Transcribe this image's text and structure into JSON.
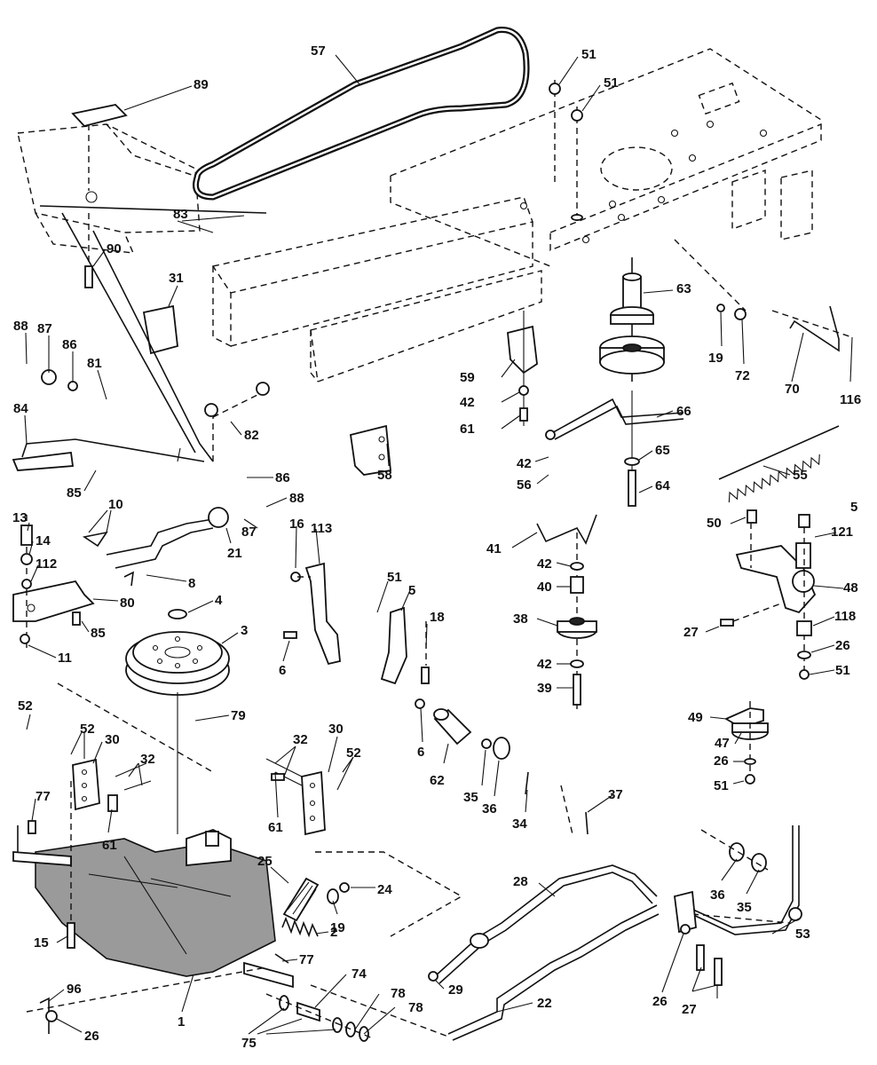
{
  "callouts": [
    {
      "id": "c57",
      "text": "57"
    },
    {
      "id": "c89",
      "text": "89"
    },
    {
      "id": "c51a",
      "text": "51"
    },
    {
      "id": "c51b",
      "text": "51"
    },
    {
      "id": "c90",
      "text": "90"
    },
    {
      "id": "c31",
      "text": "31"
    },
    {
      "id": "c63",
      "text": "63"
    },
    {
      "id": "c19a",
      "text": "19"
    },
    {
      "id": "c72",
      "text": "72"
    },
    {
      "id": "c70",
      "text": "70"
    },
    {
      "id": "c116",
      "text": "116"
    },
    {
      "id": "c88a",
      "text": "88"
    },
    {
      "id": "c87a",
      "text": "87"
    },
    {
      "id": "c86a",
      "text": "86"
    },
    {
      "id": "c81",
      "text": "81"
    },
    {
      "id": "c83",
      "text": "83"
    },
    {
      "id": "c82",
      "text": "82"
    },
    {
      "id": "c59",
      "text": "59"
    },
    {
      "id": "c42a",
      "text": "42"
    },
    {
      "id": "c61a",
      "text": "61"
    },
    {
      "id": "c66",
      "text": "66"
    },
    {
      "id": "c84",
      "text": "84"
    },
    {
      "id": "c85a",
      "text": "85"
    },
    {
      "id": "c86b",
      "text": "86"
    },
    {
      "id": "c88b",
      "text": "88"
    },
    {
      "id": "c87b",
      "text": "87"
    },
    {
      "id": "c58",
      "text": "58"
    },
    {
      "id": "c42b",
      "text": "42"
    },
    {
      "id": "c56",
      "text": "56"
    },
    {
      "id": "c65",
      "text": "65"
    },
    {
      "id": "c64",
      "text": "64"
    },
    {
      "id": "c55",
      "text": "55"
    },
    {
      "id": "c13",
      "text": "13"
    },
    {
      "id": "c10",
      "text": "10"
    },
    {
      "id": "c14",
      "text": "14"
    },
    {
      "id": "c21",
      "text": "21"
    },
    {
      "id": "c16",
      "text": "16"
    },
    {
      "id": "c113",
      "text": "113"
    },
    {
      "id": "c41",
      "text": "41"
    },
    {
      "id": "c50",
      "text": "50"
    },
    {
      "id": "c5a",
      "text": "5"
    },
    {
      "id": "c112",
      "text": "112"
    },
    {
      "id": "c8",
      "text": "8"
    },
    {
      "id": "c80",
      "text": "80"
    },
    {
      "id": "c42c",
      "text": "42"
    },
    {
      "id": "c121",
      "text": "121"
    },
    {
      "id": "c40",
      "text": "40"
    },
    {
      "id": "c48",
      "text": "48"
    },
    {
      "id": "c85b",
      "text": "85"
    },
    {
      "id": "c4",
      "text": "4"
    },
    {
      "id": "c51c",
      "text": "51"
    },
    {
      "id": "c5b",
      "text": "5"
    },
    {
      "id": "c18",
      "text": "18"
    },
    {
      "id": "c38",
      "text": "38"
    },
    {
      "id": "c118",
      "text": "118"
    },
    {
      "id": "c3",
      "text": "3"
    },
    {
      "id": "c27a",
      "text": "27"
    },
    {
      "id": "c26a",
      "text": "26"
    },
    {
      "id": "c11",
      "text": "11"
    },
    {
      "id": "c51d",
      "text": "51"
    },
    {
      "id": "c6a",
      "text": "6"
    },
    {
      "id": "c42d",
      "text": "42"
    },
    {
      "id": "c39",
      "text": "39"
    },
    {
      "id": "c52a",
      "text": "52"
    },
    {
      "id": "c79",
      "text": "79"
    },
    {
      "id": "c49",
      "text": "49"
    },
    {
      "id": "c52b",
      "text": "52"
    },
    {
      "id": "c30a",
      "text": "30"
    },
    {
      "id": "c32a",
      "text": "32"
    },
    {
      "id": "c30b",
      "text": "30"
    },
    {
      "id": "c32b",
      "text": "32"
    },
    {
      "id": "c6b",
      "text": "6"
    },
    {
      "id": "c47",
      "text": "47"
    },
    {
      "id": "c52c",
      "text": "52"
    },
    {
      "id": "c26b",
      "text": "26"
    },
    {
      "id": "c62",
      "text": "62"
    },
    {
      "id": "c35a",
      "text": "35"
    },
    {
      "id": "c36a",
      "text": "36"
    },
    {
      "id": "c51e",
      "text": "51"
    },
    {
      "id": "c77a",
      "text": "77"
    },
    {
      "id": "c61b",
      "text": "61"
    },
    {
      "id": "c61c",
      "text": "61"
    },
    {
      "id": "c34",
      "text": "34"
    },
    {
      "id": "c37",
      "text": "37"
    },
    {
      "id": "c25",
      "text": "25"
    },
    {
      "id": "c28",
      "text": "28"
    },
    {
      "id": "c24",
      "text": "24"
    },
    {
      "id": "c19b",
      "text": "19"
    },
    {
      "id": "c36b",
      "text": "36"
    },
    {
      "id": "c35b",
      "text": "35"
    },
    {
      "id": "c2",
      "text": "2"
    },
    {
      "id": "c15",
      "text": "15"
    },
    {
      "id": "c53",
      "text": "53"
    },
    {
      "id": "c77b",
      "text": "77"
    },
    {
      "id": "c74",
      "text": "74"
    },
    {
      "id": "c29",
      "text": "29"
    },
    {
      "id": "c96",
      "text": "96"
    },
    {
      "id": "c78a",
      "text": "78"
    },
    {
      "id": "c78b",
      "text": "78"
    },
    {
      "id": "c22",
      "text": "22"
    },
    {
      "id": "c26c",
      "text": "26"
    },
    {
      "id": "c27b",
      "text": "27"
    },
    {
      "id": "c1",
      "text": "1"
    },
    {
      "id": "c26d",
      "text": "26"
    },
    {
      "id": "c75",
      "text": "75"
    }
  ]
}
